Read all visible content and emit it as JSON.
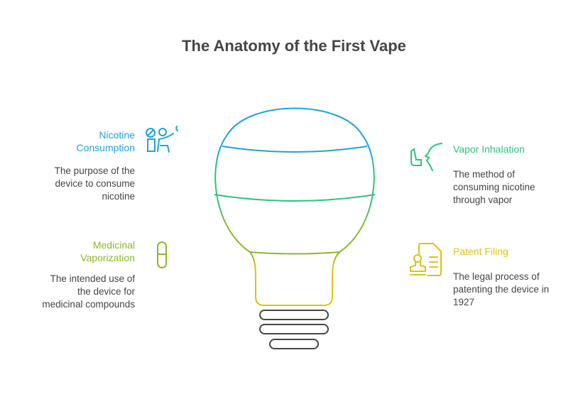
{
  "title": "The Anatomy of the First Vape",
  "items": [
    {
      "heading": "Nicotine Consumption",
      "desc": "The purpose of the device to consume nicotine",
      "color": "#1BA5D8",
      "icon": "smoking-person-icon"
    },
    {
      "heading": "Vapor Inhalation",
      "desc": "The method of consuming nicotine through vapor",
      "color": "#2EC27E",
      "icon": "inhaler-icon"
    },
    {
      "heading": "Medicinal Vaporization",
      "desc": "The intended use of the device for medicinal compounds",
      "color": "#8DB72A",
      "icon": "capsule-icon"
    },
    {
      "heading": "Patent Filing",
      "desc": "The legal process of patenting the device in 1927",
      "color": "#D9C21B",
      "icon": "stamp-document-icon"
    }
  ]
}
